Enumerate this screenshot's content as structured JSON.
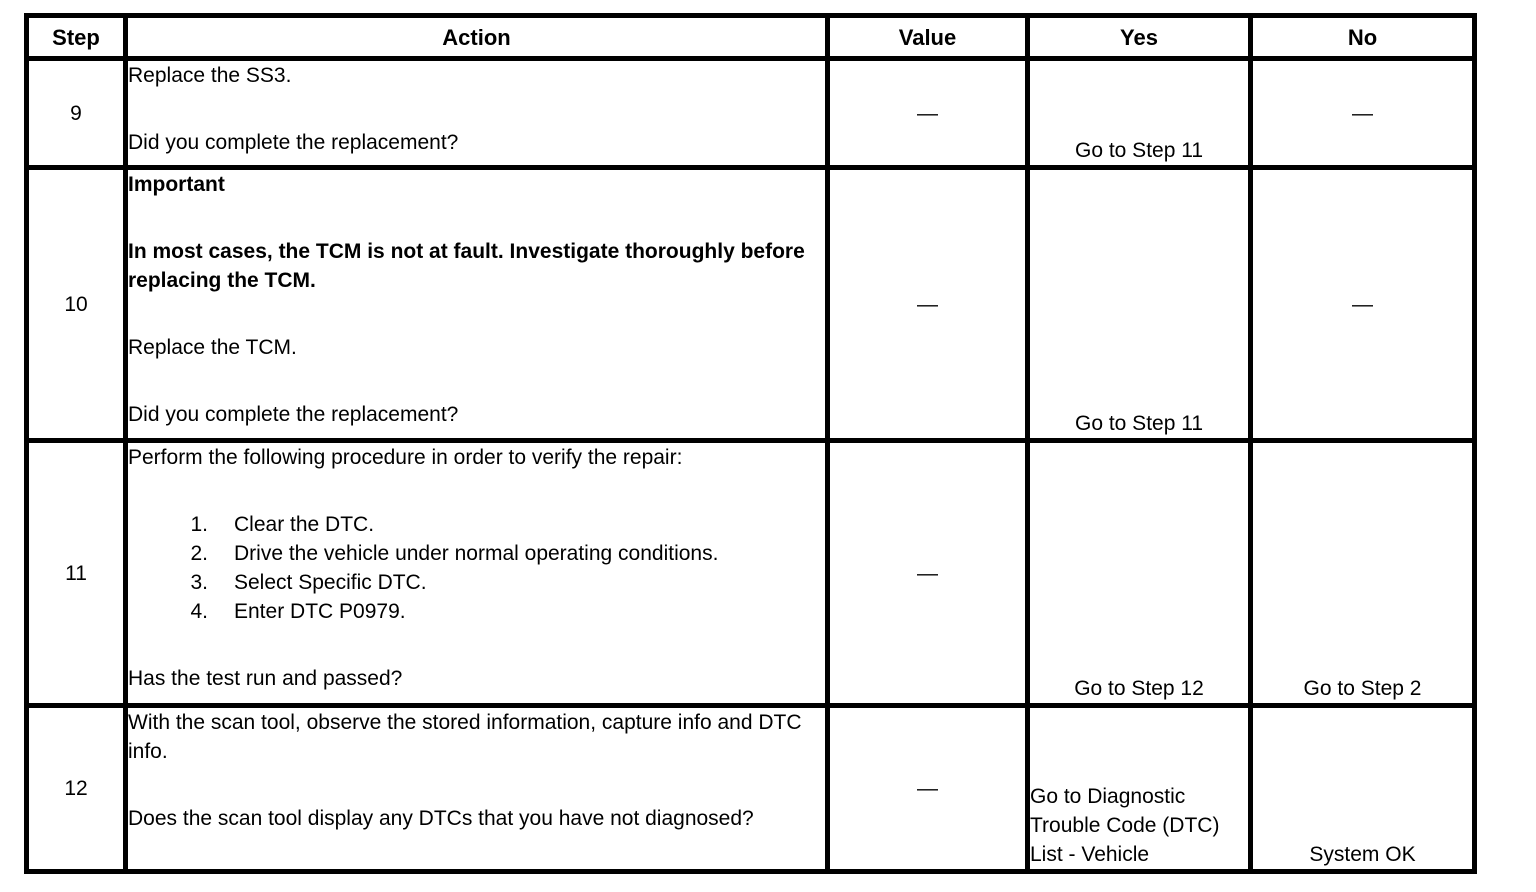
{
  "table": {
    "headers": {
      "step": "Step",
      "action": "Action",
      "value": "Value",
      "yes": "Yes",
      "no": "No"
    },
    "rows": [
      {
        "step": "9",
        "action": {
          "p1": "Replace the SS3.",
          "question": "Did you complete the replacement?"
        },
        "value": "—",
        "yes": "Go to Step 11",
        "no": "—"
      },
      {
        "step": "10",
        "action": {
          "important_label": "Important",
          "important_text": "In most cases, the TCM is not at fault. Investigate thoroughly before replacing the TCM.",
          "p1": "Replace the TCM.",
          "question": "Did you complete the replacement?"
        },
        "value": "—",
        "yes": "Go to Step 11",
        "no": "—"
      },
      {
        "step": "11",
        "action": {
          "p1": "Perform the following procedure in order to verify the repair:",
          "list": [
            {
              "num": "1.",
              "text": "Clear the DTC."
            },
            {
              "num": "2.",
              "text": "Drive the vehicle under normal operating conditions."
            },
            {
              "num": "3.",
              "text": "Select Specific DTC."
            },
            {
              "num": "4.",
              "text": "Enter DTC P0979."
            }
          ],
          "question": "Has the test run and passed?"
        },
        "value": "—",
        "yes": "Go to Step 12",
        "no": "Go to Step 2"
      },
      {
        "step": "12",
        "action": {
          "p1": "With the scan tool, observe the stored information, capture info and DTC info.",
          "question": "Does the scan tool display any DTCs that you have not diagnosed?"
        },
        "value": "—",
        "yes": "Go to Diagnostic Trouble Code (DTC) List - Vehicle",
        "no": "System OK"
      }
    ]
  }
}
